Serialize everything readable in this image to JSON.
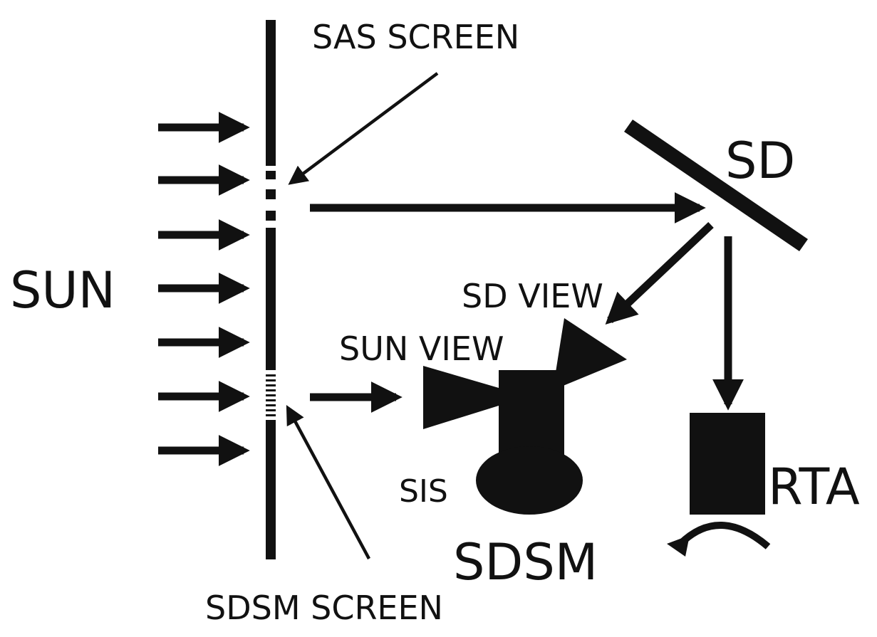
{
  "labels": {
    "sun": "SUN",
    "sas_screen": "SAS SCREEN",
    "sd": "SD",
    "sd_view": "SD VIEW",
    "sun_view": "SUN VIEW",
    "sis": "SIS",
    "sdsm": "SDSM",
    "rta": "RTA",
    "sdsm_screen": "SDSM SCREEN"
  },
  "sun_ray_count": 7
}
